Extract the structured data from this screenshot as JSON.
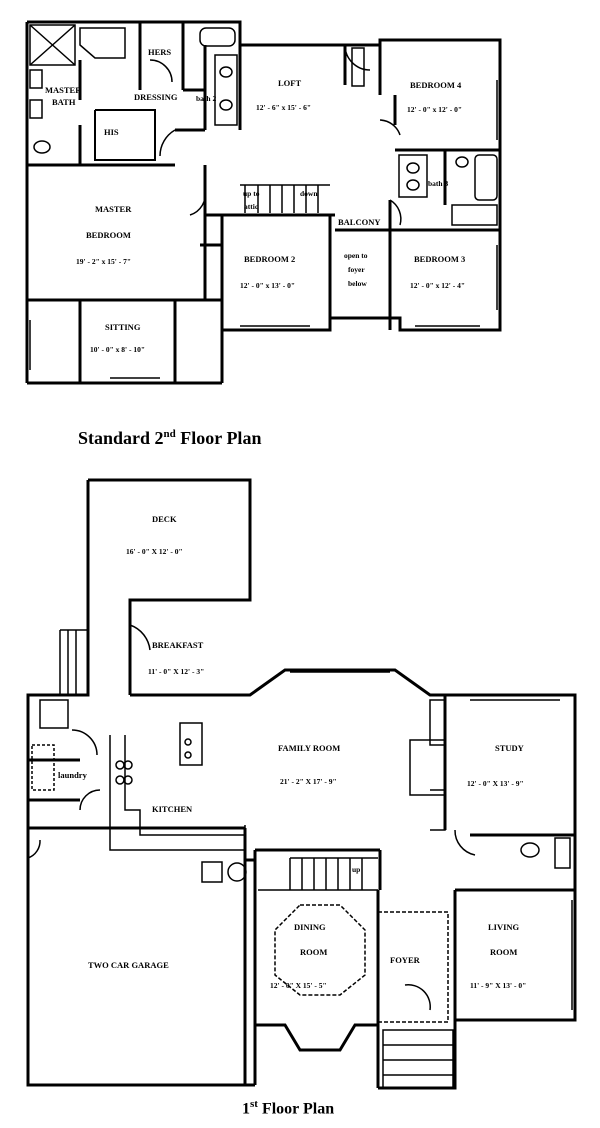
{
  "captions": {
    "second_floor": {
      "pre": "Standard 2",
      "sup": "nd",
      "post": " Floor Plan"
    },
    "first_floor": {
      "pre": "1",
      "sup": "st",
      "post": " Floor Plan"
    }
  },
  "second_floor": {
    "rooms": {
      "hers": "HERS",
      "master_bath_1": "MASTER",
      "master_bath_2": "BATH",
      "dressing": "DRESSING",
      "bath2": "bath 2",
      "his": "HIS",
      "loft": "LOFT",
      "loft_dim": "12' - 6\" x 15' - 6\"",
      "bedroom4": "BEDROOM 4",
      "bedroom4_dim": "12' - 0\" x 12' - 0\"",
      "bath3": "bath 3",
      "master_bedroom_1": "MASTER",
      "master_bedroom_2": "BEDROOM",
      "master_bedroom_dim": "19' - 2\" x 15' - 7\"",
      "up_to": "up to",
      "attic": "attic",
      "down": "down",
      "balcony": "BALCONY",
      "bedroom2": "BEDROOM 2",
      "bedroom2_dim": "12' - 0\" x 13' - 0\"",
      "open_1": "open to",
      "open_2": "foyer",
      "open_3": "below",
      "bedroom3": "BEDROOM 3",
      "bedroom3_dim": "12' - 0\" x 12' - 4\"",
      "sitting": "SITTING",
      "sitting_dim": "10' - 0\" x 8' - 10\""
    }
  },
  "first_floor": {
    "rooms": {
      "deck": "DECK",
      "deck_dim": "16' - 0\" X 12' - 0\"",
      "breakfast": "BREAKFAST",
      "breakfast_dim": "11' - 0\" X 12' - 3\"",
      "family_room": "FAMILY ROOM",
      "family_room_dim": "21' - 2\" X 17' - 9\"",
      "study": "STUDY",
      "study_dim": "12' - 0\" X 13' - 9\"",
      "laundry": "laundry",
      "kitchen": "KITCHEN",
      "up": "up",
      "two_car_garage": "TWO CAR GARAGE",
      "dining_1": "DINING",
      "dining_2": "ROOM",
      "dining_dim": "12' - 0\" X 15' - 5\"",
      "foyer": "FOYER",
      "living_1": "LIVING",
      "living_2": "ROOM",
      "living_dim": "11' - 9\" X 13' - 0\""
    }
  }
}
